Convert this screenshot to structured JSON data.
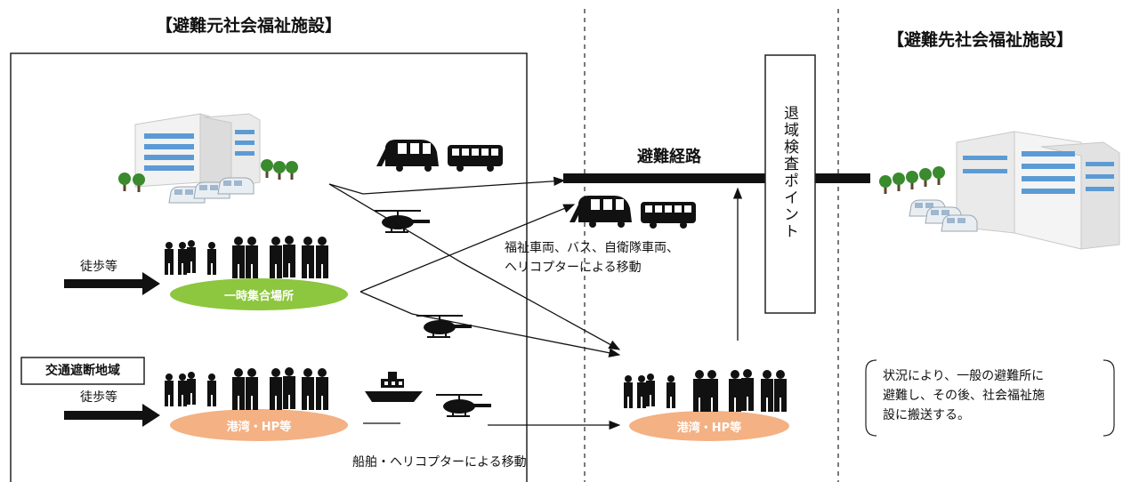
{
  "headings": {
    "origin": "【避難元社会福祉施設】",
    "destination": "【避難先社会福祉施設】"
  },
  "route": {
    "label": "避難経路",
    "checkpoint": "退域検査ポイント"
  },
  "labels": {
    "walk_top": "徒歩等",
    "walk_bottom": "徒歩等",
    "blocked_area": "交通遮断地域",
    "gathering_place": "一時集合場所",
    "port_left": "港湾・HP等",
    "port_right": "港湾・HP等"
  },
  "captions": {
    "land_move_1": "福祉車両、バス、自衛隊車両、",
    "land_move_2": "ヘリコプターによる移動",
    "sea_move": "船舶・ヘリコプターによる移動"
  },
  "note": {
    "line1": "状況により、一般の避難所に",
    "line2": "避難し、その後、社会福祉施",
    "line3": "設に搬送する。"
  },
  "colors": {
    "gathering_fill": "#8dc63f",
    "port_fill": "#f4b183",
    "building_blue": "#5b9bd5",
    "tree_green": "#3a8a2e"
  }
}
